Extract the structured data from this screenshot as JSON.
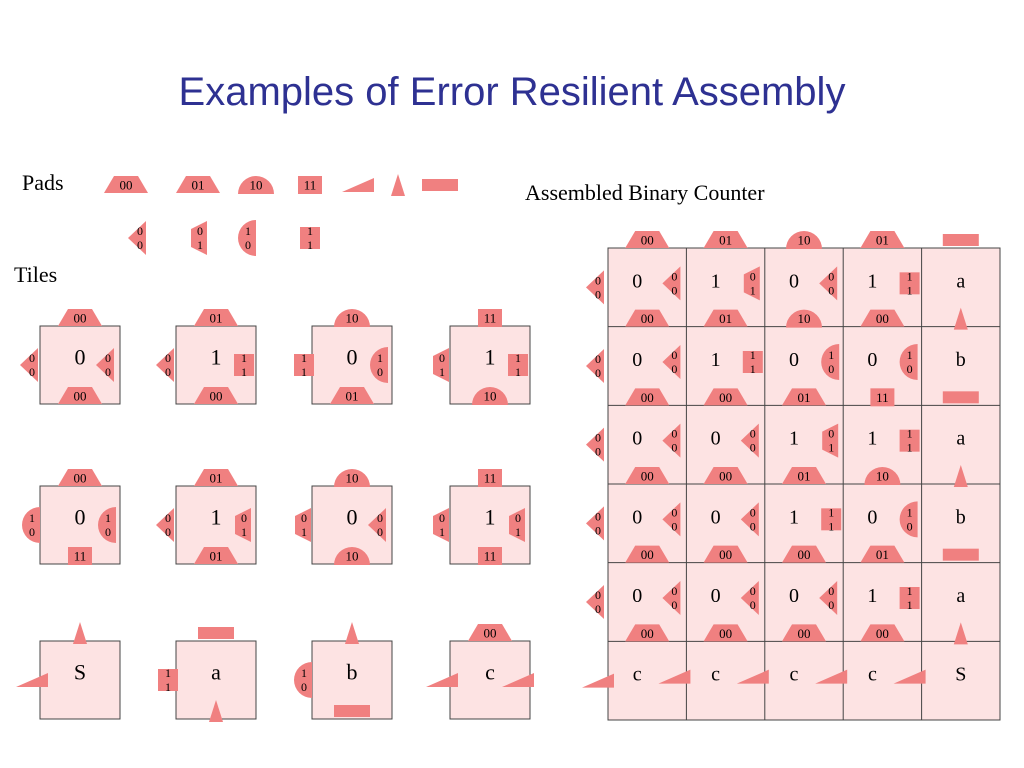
{
  "title": "Examples of Error Resilient Assembly",
  "labels": {
    "pads": "Pads",
    "tiles": "Tiles",
    "counter": "Assembled Binary Counter"
  },
  "colors": {
    "title": "#2e3192",
    "tile_fill": "#fde3e3",
    "pad_fill": "#f08080",
    "border": "#444444"
  },
  "pads_row1": [
    {
      "shape": "trap-up",
      "text": "00"
    },
    {
      "shape": "trap-up",
      "text": "01"
    },
    {
      "shape": "semi-up",
      "text": "10"
    },
    {
      "shape": "rect",
      "text": "11"
    },
    {
      "shape": "wedge",
      "text": ""
    },
    {
      "shape": "spike",
      "text": ""
    },
    {
      "shape": "bar",
      "text": ""
    }
  ],
  "pads_row2": [
    {
      "shape": "tri-left",
      "text": "0 0"
    },
    {
      "shape": "trap-left",
      "text": "0 1"
    },
    {
      "shape": "semi-left",
      "text": "1 0"
    },
    {
      "shape": "rect",
      "text": "1 1"
    }
  ],
  "tiles": [
    {
      "center": "0",
      "n": [
        "trap-up",
        "00"
      ],
      "w": [
        "tri-left",
        "0 0"
      ],
      "e": [
        "tri-left",
        "0 0"
      ],
      "s": [
        "trap-up",
        "00"
      ]
    },
    {
      "center": "1",
      "n": [
        "trap-up",
        "01"
      ],
      "w": [
        "tri-left",
        "0 0"
      ],
      "e": [
        "rect",
        "1 1"
      ],
      "s": [
        "trap-up",
        "00"
      ]
    },
    {
      "center": "0",
      "n": [
        "semi-up",
        "10"
      ],
      "w": [
        "rect",
        "1 1"
      ],
      "e": [
        "semi-left",
        "1 0"
      ],
      "s": [
        "trap-up",
        "01"
      ]
    },
    {
      "center": "1",
      "n": [
        "rect",
        "11"
      ],
      "w": [
        "trap-left",
        "0 1"
      ],
      "e": [
        "rect",
        "1 1"
      ],
      "s": [
        "semi-up",
        "10"
      ]
    },
    {
      "center": "0",
      "n": [
        "trap-up",
        "00"
      ],
      "w": [
        "semi-left",
        "1 0"
      ],
      "e": [
        "semi-left",
        "1 0"
      ],
      "s": [
        "rect",
        "11"
      ]
    },
    {
      "center": "1",
      "n": [
        "trap-up",
        "01"
      ],
      "w": [
        "tri-left",
        "0 0"
      ],
      "e": [
        "trap-left",
        "0 1"
      ],
      "s": [
        "trap-up",
        "01"
      ]
    },
    {
      "center": "0",
      "n": [
        "semi-up",
        "10"
      ],
      "w": [
        "trap-left",
        "0 1"
      ],
      "e": [
        "tri-left",
        "0 0"
      ],
      "s": [
        "semi-up",
        "10"
      ]
    },
    {
      "center": "1",
      "n": [
        "rect",
        "11"
      ],
      "w": [
        "trap-left",
        "0 1"
      ],
      "e": [
        "trap-left",
        "0 1"
      ],
      "s": [
        "rect",
        "11"
      ]
    },
    {
      "center": "S",
      "n": [
        "spike",
        ""
      ],
      "w": [
        "wedge",
        ""
      ],
      "e": null,
      "s": null
    },
    {
      "center": "a",
      "n": [
        "bar",
        ""
      ],
      "w": [
        "rect",
        "1 1"
      ],
      "e": null,
      "s": [
        "spike",
        ""
      ]
    },
    {
      "center": "b",
      "n": [
        "spike",
        ""
      ],
      "w": [
        "semi-left",
        "1 0"
      ],
      "e": null,
      "s": [
        "bar",
        ""
      ]
    },
    {
      "center": "c",
      "n": [
        "trap-up",
        "00"
      ],
      "w": [
        "wedge",
        ""
      ],
      "e": [
        "wedge",
        ""
      ],
      "s": null
    }
  ],
  "counter": {
    "top_pads": [
      [
        "trap-up",
        "00"
      ],
      [
        "trap-up",
        "01"
      ],
      [
        "semi-up",
        "10"
      ],
      [
        "trap-up",
        "01"
      ],
      [
        "bar",
        ""
      ]
    ],
    "row_left_pads": [
      [
        "tri-left",
        "0 0"
      ],
      [
        "tri-left",
        "0 0"
      ],
      [
        "tri-left",
        "0 0"
      ],
      [
        "tri-left",
        "0 0"
      ],
      [
        "tri-left",
        "0 0"
      ],
      [
        "wedge",
        ""
      ]
    ],
    "rows": [
      [
        {
          "v": "0",
          "e": [
            "tri-left",
            "0 0"
          ],
          "s": [
            "trap-up",
            "00"
          ]
        },
        {
          "v": "1",
          "e": [
            "trap-left",
            "0 1"
          ],
          "s": [
            "trap-up",
            "01"
          ]
        },
        {
          "v": "0",
          "e": [
            "tri-left",
            "0 0"
          ],
          "s": [
            "semi-up",
            "10"
          ]
        },
        {
          "v": "1",
          "e": [
            "rect",
            "1 1"
          ],
          "s": [
            "trap-up",
            "00"
          ]
        },
        {
          "v": "a",
          "e": null,
          "s": [
            "spike",
            ""
          ]
        }
      ],
      [
        {
          "v": "0",
          "e": [
            "tri-left",
            "0 0"
          ],
          "s": [
            "trap-up",
            "00"
          ]
        },
        {
          "v": "1",
          "e": [
            "rect",
            "1 1"
          ],
          "s": [
            "trap-up",
            "00"
          ]
        },
        {
          "v": "0",
          "e": [
            "semi-left",
            "1 0"
          ],
          "s": [
            "trap-up",
            "01"
          ]
        },
        {
          "v": "0",
          "e": [
            "semi-left",
            "1 0"
          ],
          "s": [
            "rect",
            "11"
          ]
        },
        {
          "v": "b",
          "e": null,
          "s": [
            "bar",
            ""
          ]
        }
      ],
      [
        {
          "v": "0",
          "e": [
            "tri-left",
            "0 0"
          ],
          "s": [
            "trap-up",
            "00"
          ]
        },
        {
          "v": "0",
          "e": [
            "tri-left",
            "0 0"
          ],
          "s": [
            "trap-up",
            "00"
          ]
        },
        {
          "v": "1",
          "e": [
            "trap-left",
            "0 1"
          ],
          "s": [
            "trap-up",
            "01"
          ]
        },
        {
          "v": "1",
          "e": [
            "rect",
            "1 1"
          ],
          "s": [
            "semi-up",
            "10"
          ]
        },
        {
          "v": "a",
          "e": null,
          "s": [
            "spike",
            ""
          ]
        }
      ],
      [
        {
          "v": "0",
          "e": [
            "tri-left",
            "0 0"
          ],
          "s": [
            "trap-up",
            "00"
          ]
        },
        {
          "v": "0",
          "e": [
            "tri-left",
            "0 0"
          ],
          "s": [
            "trap-up",
            "00"
          ]
        },
        {
          "v": "1",
          "e": [
            "rect",
            "1 1"
          ],
          "s": [
            "trap-up",
            "00"
          ]
        },
        {
          "v": "0",
          "e": [
            "semi-left",
            "1 0"
          ],
          "s": [
            "trap-up",
            "01"
          ]
        },
        {
          "v": "b",
          "e": null,
          "s": [
            "bar",
            ""
          ]
        }
      ],
      [
        {
          "v": "0",
          "e": [
            "tri-left",
            "0 0"
          ],
          "s": [
            "trap-up",
            "00"
          ]
        },
        {
          "v": "0",
          "e": [
            "tri-left",
            "0 0"
          ],
          "s": [
            "trap-up",
            "00"
          ]
        },
        {
          "v": "0",
          "e": [
            "tri-left",
            "0 0"
          ],
          "s": [
            "trap-up",
            "00"
          ]
        },
        {
          "v": "1",
          "e": [
            "rect",
            "1 1"
          ],
          "s": [
            "trap-up",
            "00"
          ]
        },
        {
          "v": "a",
          "e": null,
          "s": [
            "spike",
            ""
          ]
        }
      ],
      [
        {
          "v": "c",
          "e": [
            "wedge",
            ""
          ],
          "s": null
        },
        {
          "v": "c",
          "e": [
            "wedge",
            ""
          ],
          "s": null
        },
        {
          "v": "c",
          "e": [
            "wedge",
            ""
          ],
          "s": null
        },
        {
          "v": "c",
          "e": [
            "wedge",
            ""
          ],
          "s": null
        },
        {
          "v": "S",
          "e": null,
          "s": null
        }
      ]
    ]
  }
}
